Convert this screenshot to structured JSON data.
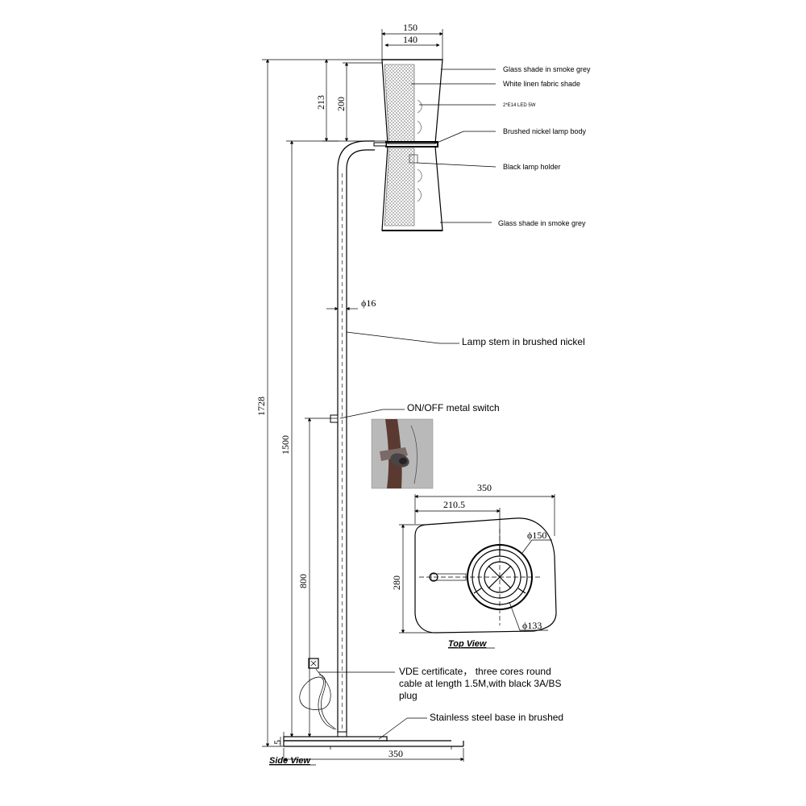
{
  "dimensions": {
    "shade_outer_width": "150",
    "shade_inner_width": "140",
    "shade_height_total": "213",
    "shade_height": "200",
    "total_height": "1728",
    "body_height": "1500",
    "switch_height": "800",
    "base_thickness": "5",
    "stem_diameter": "ϕ16",
    "base_width_side": "350",
    "base_width_top": "350",
    "stem_offset_top": "210.5",
    "base_depth_top": "280",
    "plate_diameter_outer": "ϕ150",
    "plate_diameter_inner": "ϕ133"
  },
  "labels": {
    "glass_shade_top": "Glass shade in smoke grey",
    "linen_shade": "White linen fabric shade",
    "bulb": "2*E14 LED 5W",
    "lamp_body": "Brushed nickel lamp body",
    "lamp_holder": "Black lamp holder",
    "glass_shade_bottom": "Glass shade in smoke grey",
    "stem": "Lamp stem in brushed nickel",
    "switch": "ON/OFF metal switch",
    "cable_line1": "VDE certificate， three cores round",
    "cable_line2": "cable at length 1.5M,with black 3A/BS",
    "cable_line3": "plug",
    "base": "Stainless steel base in brushed"
  },
  "views": {
    "side": "Side View",
    "top": "Top View"
  }
}
